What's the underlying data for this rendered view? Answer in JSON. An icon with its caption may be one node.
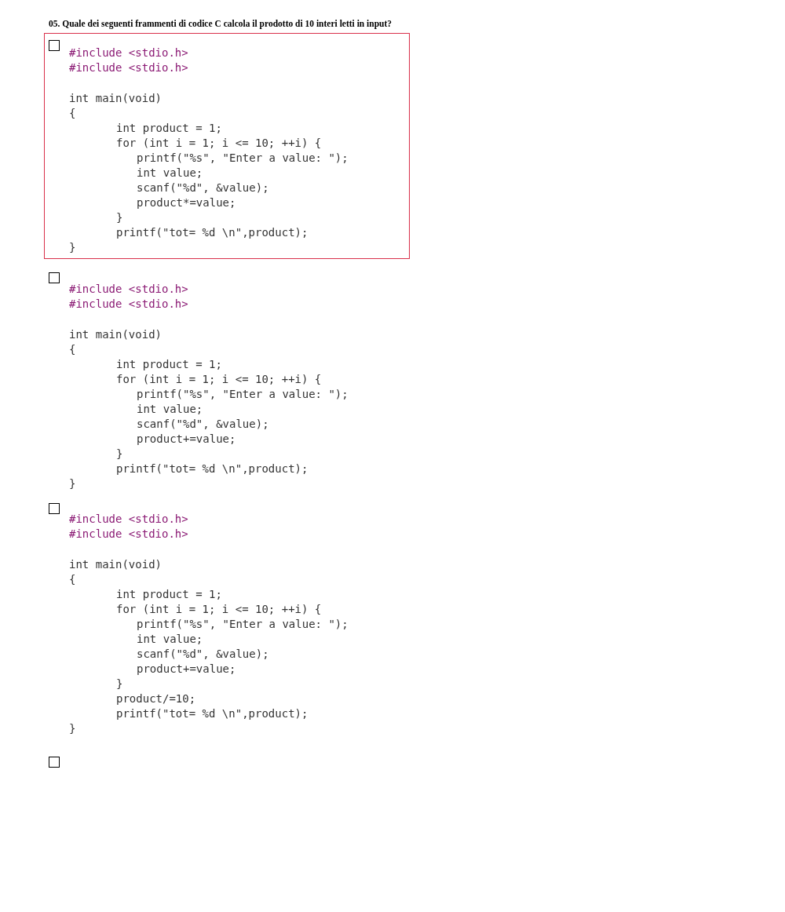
{
  "diagram": {
    "title": "05.  Quale dei seguenti frammenti di codice C calcola il prodotto di 10 interi letti in input?",
    "nodes": [
      {
        "text": [
          "#include <stdio.h>",
          "#include <stdio.h>",
          "int main(void)",
          "{",
          "int product = 1;",
          "for (int i = 1; i <= 10; ++i) {",
          "printf(\"%s\", \"Enter a value: \");",
          "int value;",
          "scanf(\"%d\", &value);",
          "product*=value;",
          "}",
          "printf(\"tot= %d \\n\",product);",
          "}"
        ]
      }
    ],
    "labels": [
      "#include <stdio.h>",
      "#include <stdio.h>",
      "int main(void)",
      "{",
      "int product = 1;",
      "for (int i = 1; i <= 10; ++i) {",
      "printf(\"%s\", \"Enter a value: \");",
      "int value;",
      "scanf(\"%d\", &value);",
      "product+=value;",
      "}",
      "printf(\"tot= %d \\n\",product);",
      "}",
      "#include <stdio.h>",
      "#include <stdio.h>",
      "int main(void)",
      "{",
      "int product = 1;",
      "for (int i = 1; i <= 10; ++i) {",
      "printf(\"%s\", \"Enter a value: \");",
      "int value;",
      "scanf(\"%d\", &value);",
      "product+=value;",
      "}",
      "product/=10;",
      "printf(\"tot= %d \\n\",product);",
      "}"
    ]
  }
}
